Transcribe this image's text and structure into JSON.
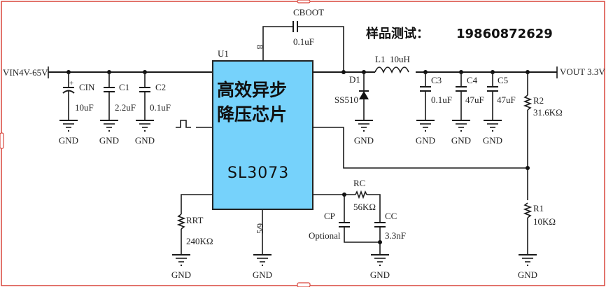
{
  "promo": {
    "label": "样品测试：",
    "phone": "19860872629"
  },
  "chip": {
    "ref": "U1",
    "title_line1": "高效异步",
    "title_line2": "降压芯片",
    "part": "SL3073",
    "pin_boot": "8",
    "pin_gnd": "5/9",
    "fill_color": "#76d2fb"
  },
  "input": {
    "label": "VIN4V-65V"
  },
  "output": {
    "label": "VOUT 3.3V"
  },
  "components": {
    "cin": {
      "ref": "CIN",
      "value": "10uF"
    },
    "c1": {
      "ref": "C1",
      "value": "2.2uF"
    },
    "c2": {
      "ref": "C2",
      "value": "0.1uF"
    },
    "cboot": {
      "ref": "CBOOT",
      "value": "0.1uF"
    },
    "d1": {
      "ref": "D1",
      "value": "SS510"
    },
    "l1": {
      "ref": "L1",
      "value": "10uH"
    },
    "c3": {
      "ref": "C3",
      "value": "0.1uF"
    },
    "c4": {
      "ref": "C4",
      "value": "47uF"
    },
    "c5": {
      "ref": "C5",
      "value": "47uF"
    },
    "r2": {
      "ref": "R2",
      "value": "31.6KΩ"
    },
    "r1": {
      "ref": "R1",
      "value": "10KΩ"
    },
    "rrt": {
      "ref": "RRT",
      "value": "240KΩ"
    },
    "rc": {
      "ref": "RC",
      "value": "56KΩ"
    },
    "cp": {
      "ref": "CP",
      "value": "Optional"
    },
    "cc": {
      "ref": "CC",
      "value": "3.3nF"
    }
  },
  "gnd_label": "GND"
}
